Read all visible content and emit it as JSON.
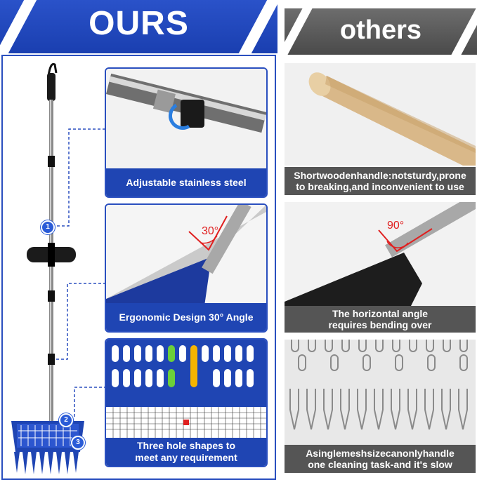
{
  "left_header": {
    "title": "OURS"
  },
  "right_header": {
    "title": "others"
  },
  "ours_features": [
    {
      "caption": "Adjustable stainless steel"
    },
    {
      "caption": "Ergonomic Design 30° Angle",
      "angle_label": "30°"
    },
    {
      "caption_line1": "Three hole shapes to",
      "caption_line2": "meet any requirement"
    }
  ],
  "others_features": [
    {
      "caption_line1": "Shortwoodenhandle:notsturdy,prone",
      "caption_line2": "to breaking,and inconvenient to use"
    },
    {
      "caption_line1": "The horizontal angle",
      "caption_line2": "requires bending over",
      "angle_label": "90°"
    },
    {
      "caption_line1": "Asinglemeshsizecanonlyhandle",
      "caption_line2": "one cleaning task-and it's slow"
    }
  ],
  "markers": [
    "1",
    "2",
    "3"
  ],
  "colors": {
    "brand_blue": "#1f45b3",
    "others_gray": "#555555",
    "angle_red": "#e02020"
  }
}
